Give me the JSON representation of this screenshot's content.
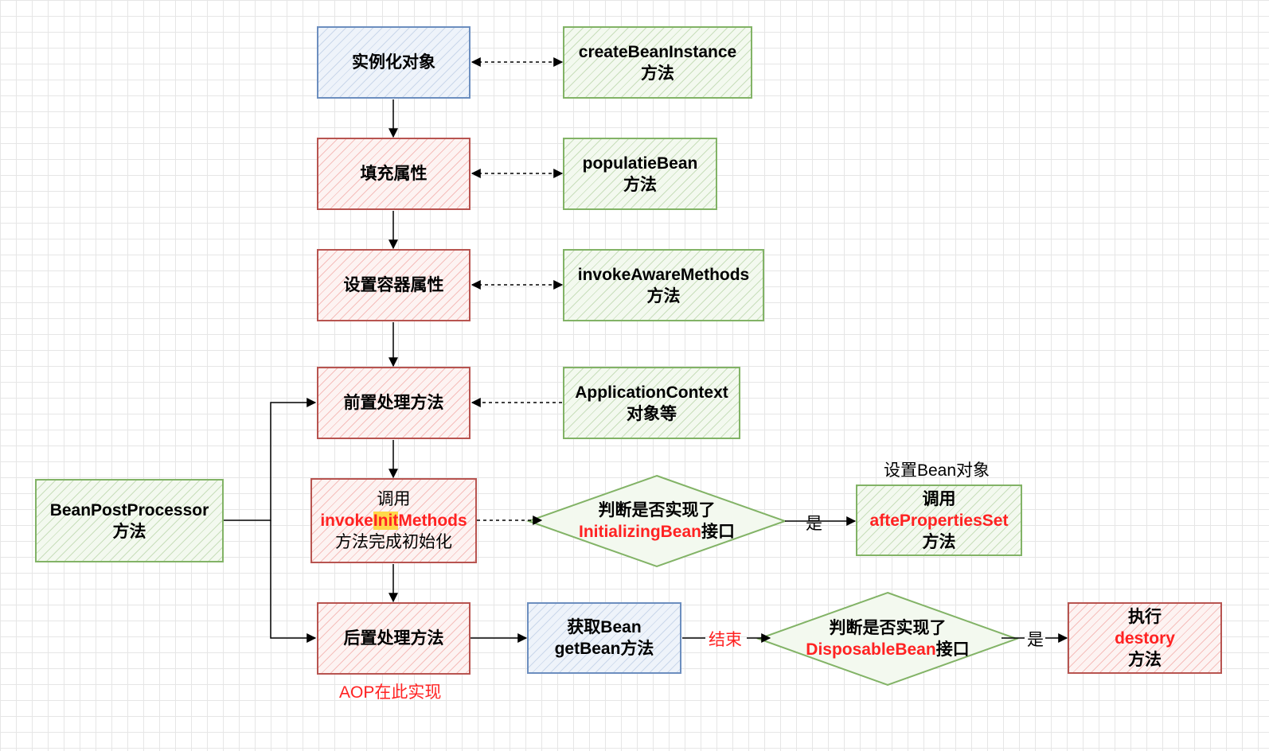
{
  "nodes": {
    "instantiate": {
      "label": "实例化对象"
    },
    "create_bean_instance": {
      "line1": "createBeanInstance",
      "line2": "方法"
    },
    "populate": {
      "label": "填充属性"
    },
    "populate_bean": {
      "line1": "populatieBean",
      "line2": "方法"
    },
    "set_container": {
      "label": "设置容器属性"
    },
    "invoke_aware": {
      "line1": "invokeAwareMethods",
      "line2": "方法"
    },
    "pre_process": {
      "label": "前置处理方法"
    },
    "app_context": {
      "line1": "ApplicationContext",
      "line2": "对象等"
    },
    "bean_post_processor": {
      "line1": "BeanPostProcessor",
      "line2": "方法"
    },
    "invoke_init": {
      "line1": "调用",
      "method_prefix": "invoke",
      "method_highlight": "Init",
      "method_suffix": "Methods",
      "line3": "方法完成初始化"
    },
    "check_initializing": {
      "line1": "判断是否实现了",
      "iface": "InitializingBean",
      "suffix": "接口"
    },
    "after_properties": {
      "top_label": "设置Bean对象",
      "line1": "调用",
      "line2": "aftePropertiesSet",
      "line3": "方法"
    },
    "post_process": {
      "label": "后置处理方法",
      "note": "AOP在此实现"
    },
    "get_bean": {
      "line1": "获取Bean",
      "line2": "getBean方法"
    },
    "check_disposable": {
      "line1": "判断是否实现了",
      "iface": "DisposableBean",
      "suffix": "接口"
    },
    "destroy": {
      "line1": "执行",
      "line2": "destory",
      "line3": "方法"
    }
  },
  "edge_labels": {
    "yes_initializing": "是",
    "end": "结束",
    "yes_disposable": "是"
  },
  "colors": {
    "blue_border": "#6c8ebf",
    "red_border": "#b85450",
    "green_border": "#82b366",
    "red_text": "#ff2222",
    "highlight": "#ffd84a"
  }
}
